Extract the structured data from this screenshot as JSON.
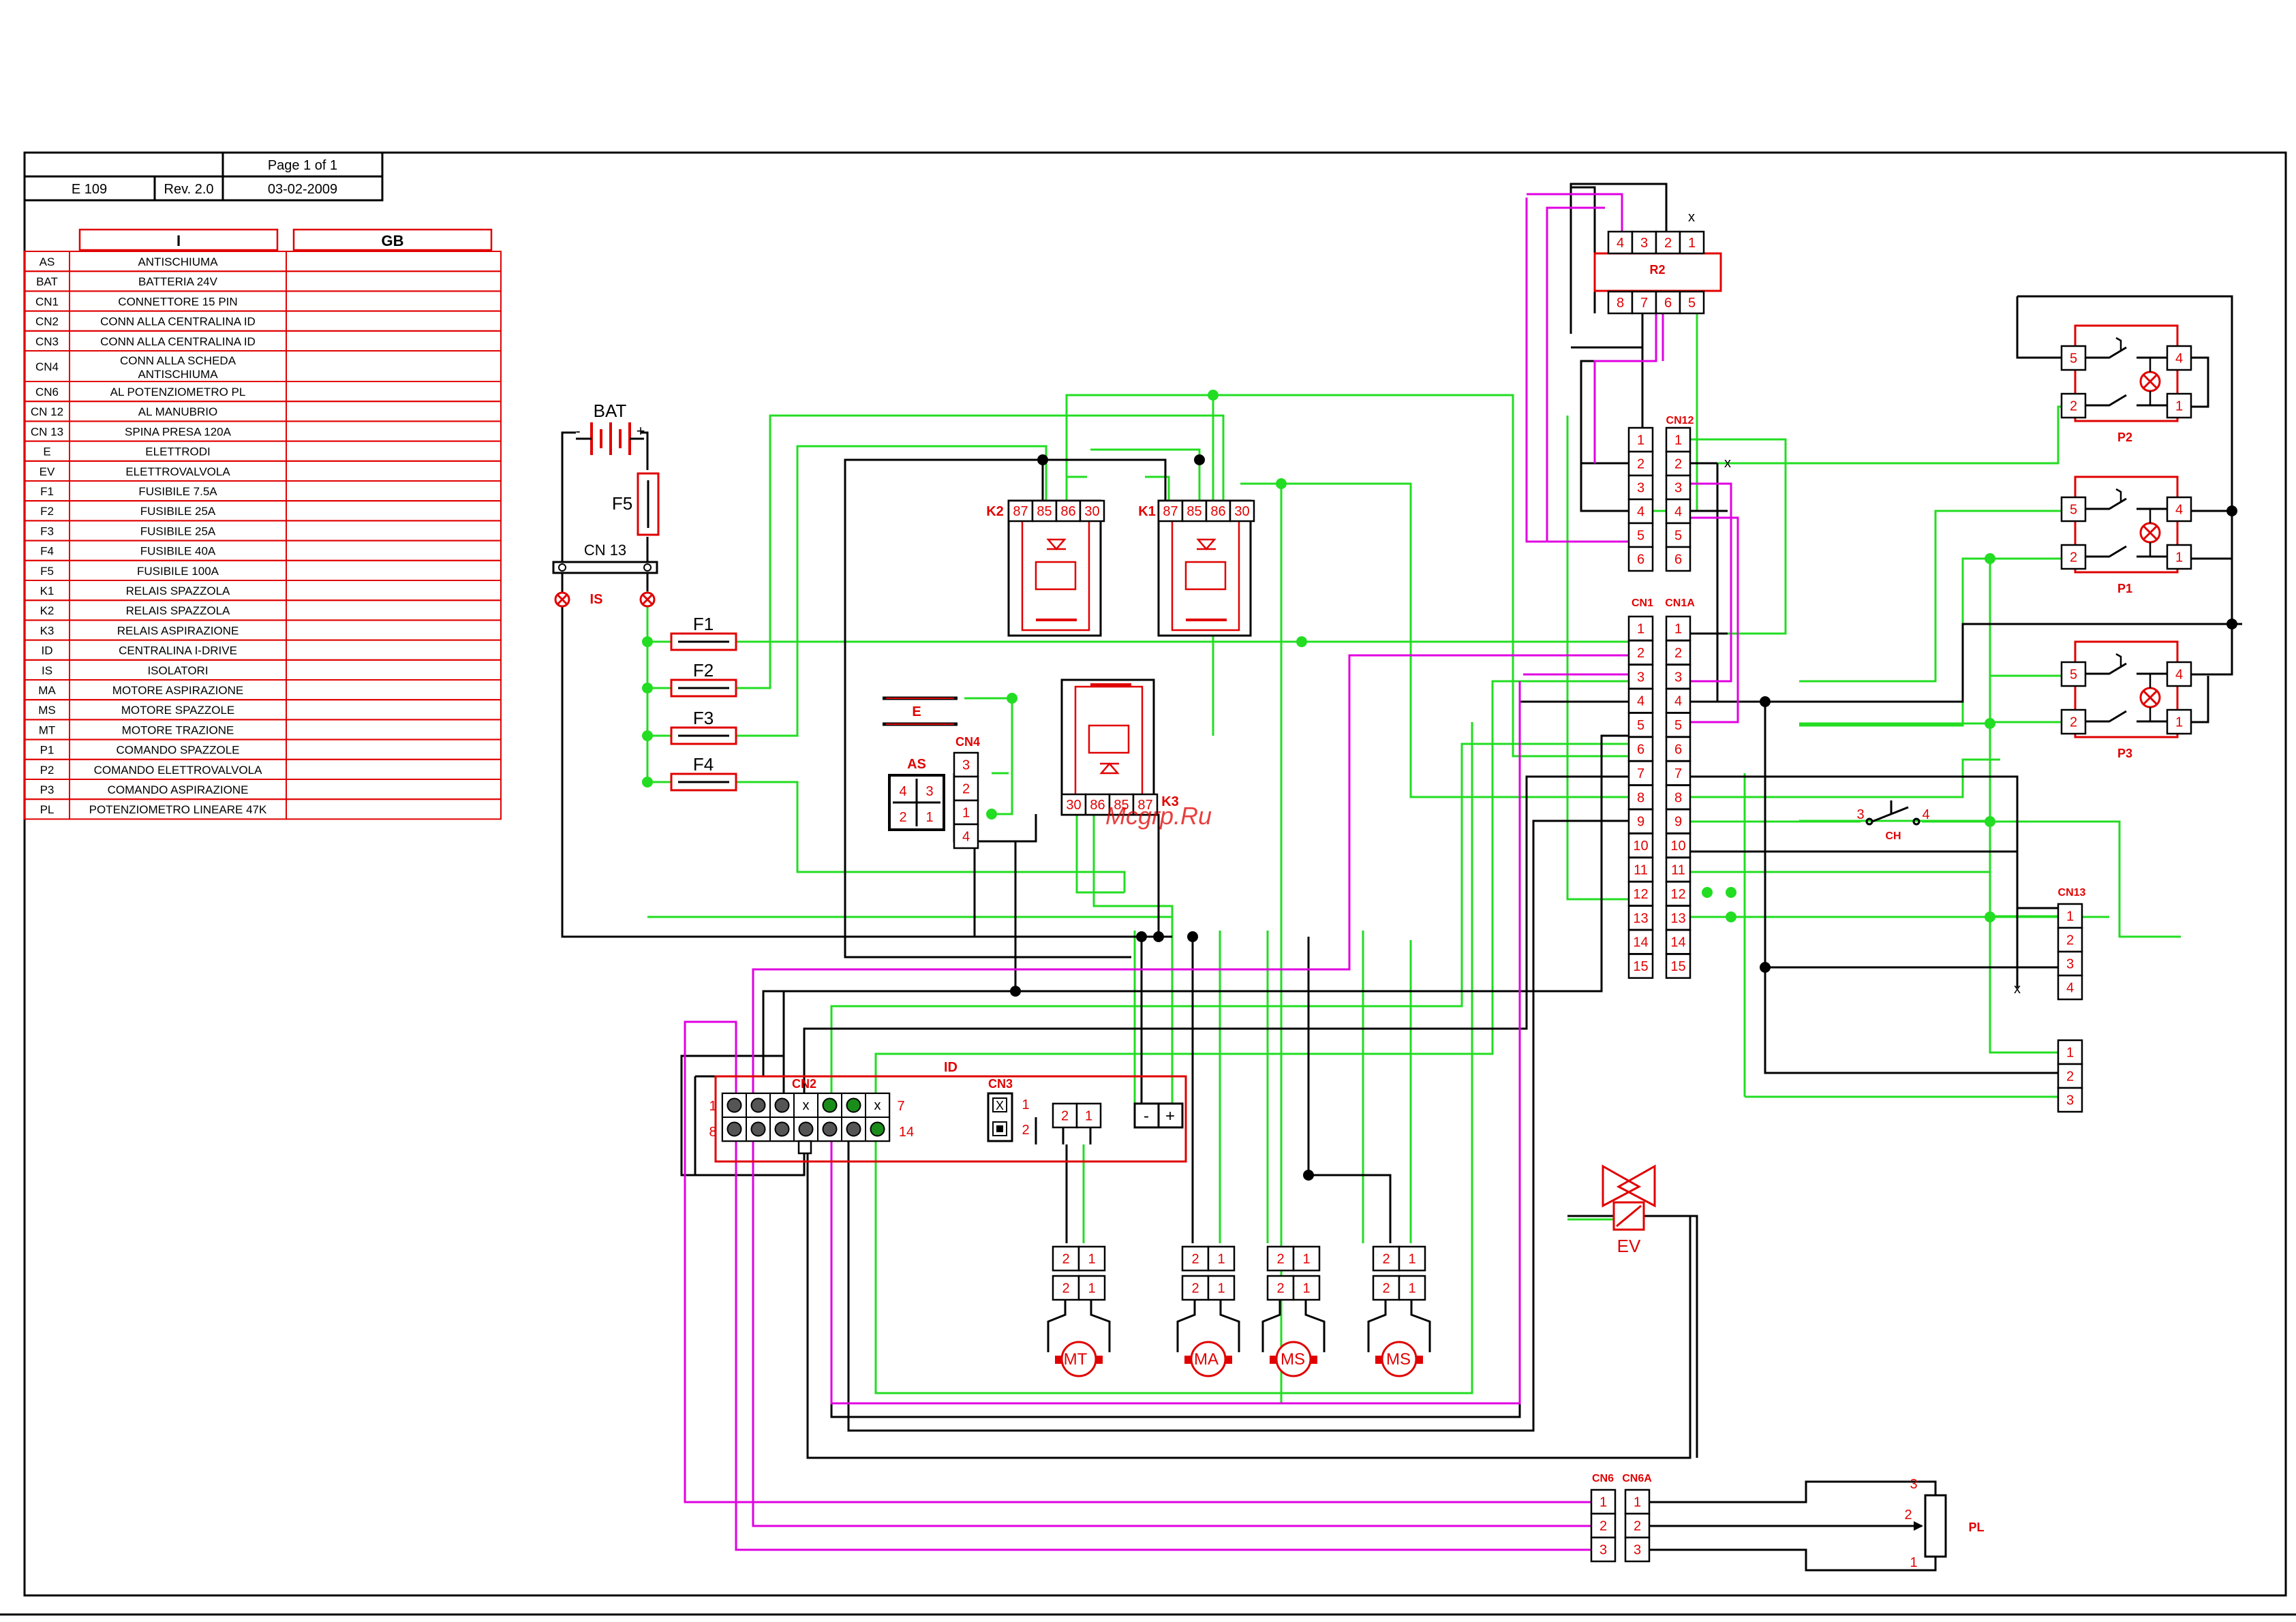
{
  "title_block": {
    "page": "Page 1 of 1",
    "doc_code": "E 109",
    "revision": "Rev. 2.0",
    "date": "03-02-2009"
  },
  "legend": {
    "col_it": "I",
    "col_gb": "GB",
    "rows": [
      {
        "code": "AS",
        "it": "ANTISCHIUMA",
        "gb": ""
      },
      {
        "code": "BAT",
        "it": "BATTERIA 24V",
        "gb": ""
      },
      {
        "code": "CN1",
        "it": "CONNETTORE 15 PIN",
        "gb": ""
      },
      {
        "code": "CN2",
        "it": "CONN  ALLA CENTRALINA  ID",
        "gb": ""
      },
      {
        "code": "CN3",
        "it": "CONN ALLA CENTRALINA ID",
        "gb": ""
      },
      {
        "code": "CN4",
        "it": "CONN ALLA SCHEDA",
        "it2": "ANTISCHIUMA",
        "gb": ""
      },
      {
        "code": "CN6",
        "it": "AL POTENZIOMETRO PL",
        "gb": ""
      },
      {
        "code": "CN 12",
        "it": "AL MANUBRIO",
        "gb": ""
      },
      {
        "code": "CN 13",
        "it": "SPINA PRESA 120A",
        "gb": ""
      },
      {
        "code": "E",
        "it": "ELETTRODI",
        "gb": ""
      },
      {
        "code": "EV",
        "it": "ELETTROVALVOLA",
        "gb": ""
      },
      {
        "code": "F1",
        "it": "FUSIBILE 7.5A",
        "gb": ""
      },
      {
        "code": "F2",
        "it": "FUSIBILE 25A",
        "gb": ""
      },
      {
        "code": "F3",
        "it": "FUSIBILE 25A",
        "gb": ""
      },
      {
        "code": "F4",
        "it": "FUSIBILE 40A",
        "gb": ""
      },
      {
        "code": "F5",
        "it": "FUSIBILE 100A",
        "gb": ""
      },
      {
        "code": "K1",
        "it": "RELAIS SPAZZOLA",
        "gb": ""
      },
      {
        "code": "K2",
        "it": "RELAIS SPAZZOLA",
        "gb": ""
      },
      {
        "code": "K3",
        "it": "RELAIS ASPIRAZIONE",
        "gb": ""
      },
      {
        "code": "ID",
        "it": "CENTRALINA I-DRIVE",
        "gb": ""
      },
      {
        "code": "IS",
        "it": "ISOLATORI",
        "gb": ""
      },
      {
        "code": "MA",
        "it": "MOTORE ASPIRAZIONE",
        "gb": ""
      },
      {
        "code": "MS",
        "it": "MOTORE SPAZZOLE",
        "gb": ""
      },
      {
        "code": "MT",
        "it": "MOTORE TRAZIONE",
        "gb": ""
      },
      {
        "code": "P1",
        "it": "COMANDO SPAZZOLE",
        "gb": ""
      },
      {
        "code": "P2",
        "it": "COMANDO ELETTROVALVOLA",
        "gb": ""
      },
      {
        "code": "P3",
        "it": "COMANDO ASPIRAZIONE",
        "gb": ""
      },
      {
        "code": "PL",
        "it": "POTENZIOMETRO LINEARE 47K",
        "gb": ""
      }
    ]
  },
  "labels": {
    "bat": "BAT",
    "bat_minus": "-",
    "bat_plus": "+",
    "f5": "F5",
    "cn13_top": "CN 13",
    "is": "IS",
    "f1": "F1",
    "f2": "F2",
    "f3": "F3",
    "f4": "F4",
    "k2": "K2",
    "k1": "K1",
    "k3": "K3",
    "e": "E",
    "as": "AS",
    "cn4": "CN4",
    "id": "ID",
    "cn2": "CN2",
    "cn3": "CN3",
    "r2": "R2",
    "cn12": "CN12",
    "cn1": "CN1",
    "cn1a": "CN1A",
    "p1": "P1",
    "p2": "P2",
    "p3": "P3",
    "ch": "CH",
    "cn13": "CN13",
    "ev": "EV",
    "cn6": "CN6",
    "cn6a": "CN6A",
    "pl": "PL",
    "mt": "MT",
    "ma": "MA",
    "ms": "MS",
    "watermark": "Mcgrp.Ru"
  },
  "pins": {
    "relay": [
      "87",
      "85",
      "86",
      "30"
    ],
    "k3": [
      "30",
      "86",
      "85",
      "87"
    ],
    "r2_top": [
      "4",
      "3",
      "2",
      "1"
    ],
    "r2_bottom": [
      "8",
      "7",
      "6",
      "5"
    ],
    "cn12": [
      "1",
      "2",
      "3",
      "4",
      "5",
      "6"
    ],
    "cn1": [
      "1",
      "2",
      "3",
      "4",
      "5",
      "6",
      "7",
      "8",
      "9",
      "10",
      "11",
      "12",
      "13",
      "14",
      "15"
    ],
    "cn4": [
      "3",
      "2",
      "1",
      "4"
    ],
    "as": [
      "4",
      "3",
      "2",
      "1"
    ],
    "cn2_left": [
      "1",
      "8"
    ],
    "cn2_right": [
      "7",
      "14"
    ],
    "cn2_x": "x",
    "cn3": [
      "1",
      "2"
    ],
    "cn3_x": "X",
    "id_power": [
      "-",
      "+"
    ],
    "pair": [
      "2",
      "1"
    ],
    "cn13": [
      "1",
      "2",
      "3",
      "4"
    ],
    "lower": [
      "1",
      "2",
      "3"
    ],
    "cn6": [
      "1",
      "2",
      "3"
    ],
    "pl": [
      "3",
      "2",
      "1"
    ],
    "p_left": [
      "5",
      "2"
    ],
    "p_right": [
      "4",
      "1"
    ],
    "ch": [
      "3",
      "4"
    ],
    "open": "x"
  }
}
